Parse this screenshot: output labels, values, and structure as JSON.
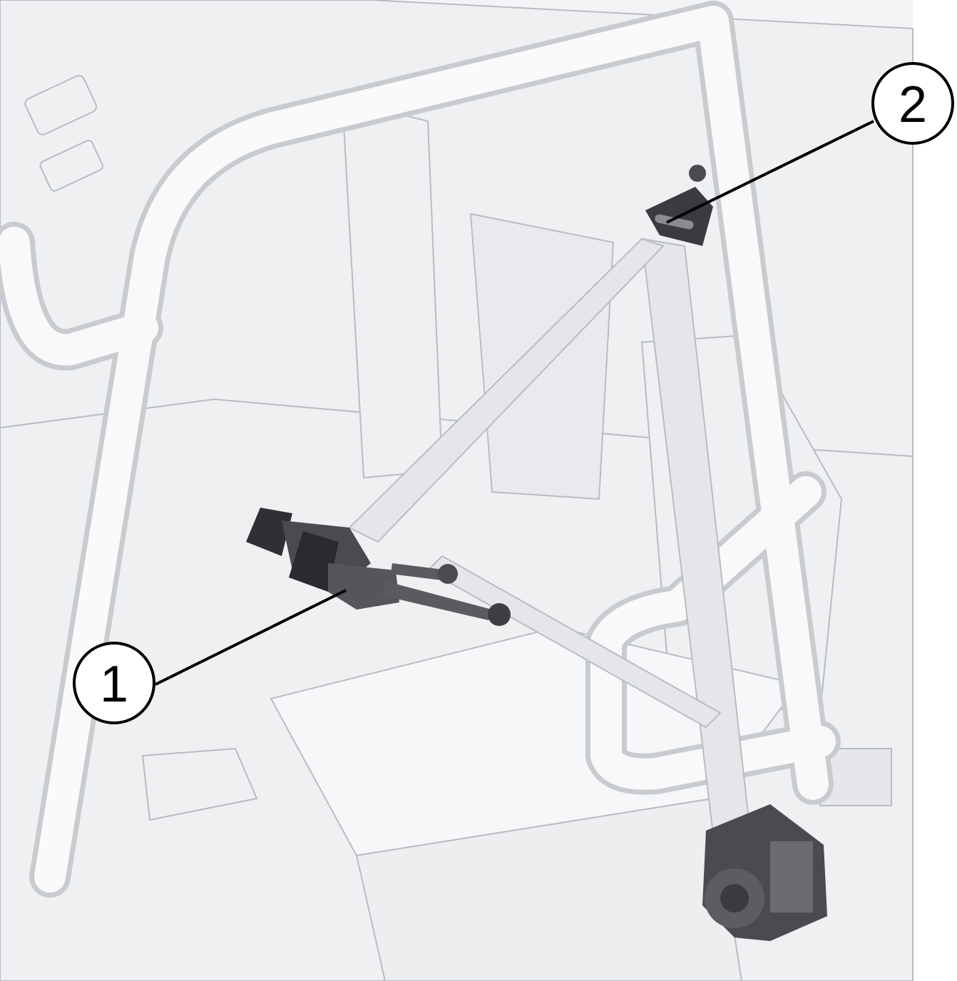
{
  "figure": {
    "description_labels": [],
    "callouts": [
      {
        "id": "callout-1",
        "label": "1",
        "target": "seat-belt-buckle"
      },
      {
        "id": "callout-2",
        "label": "2",
        "target": "upper-belt-anchor"
      }
    ],
    "colors": {
      "background": "#f3f4f6",
      "line": "#b9bcc2",
      "part_dark": "#3a3b3f",
      "callout": "#000000"
    }
  }
}
